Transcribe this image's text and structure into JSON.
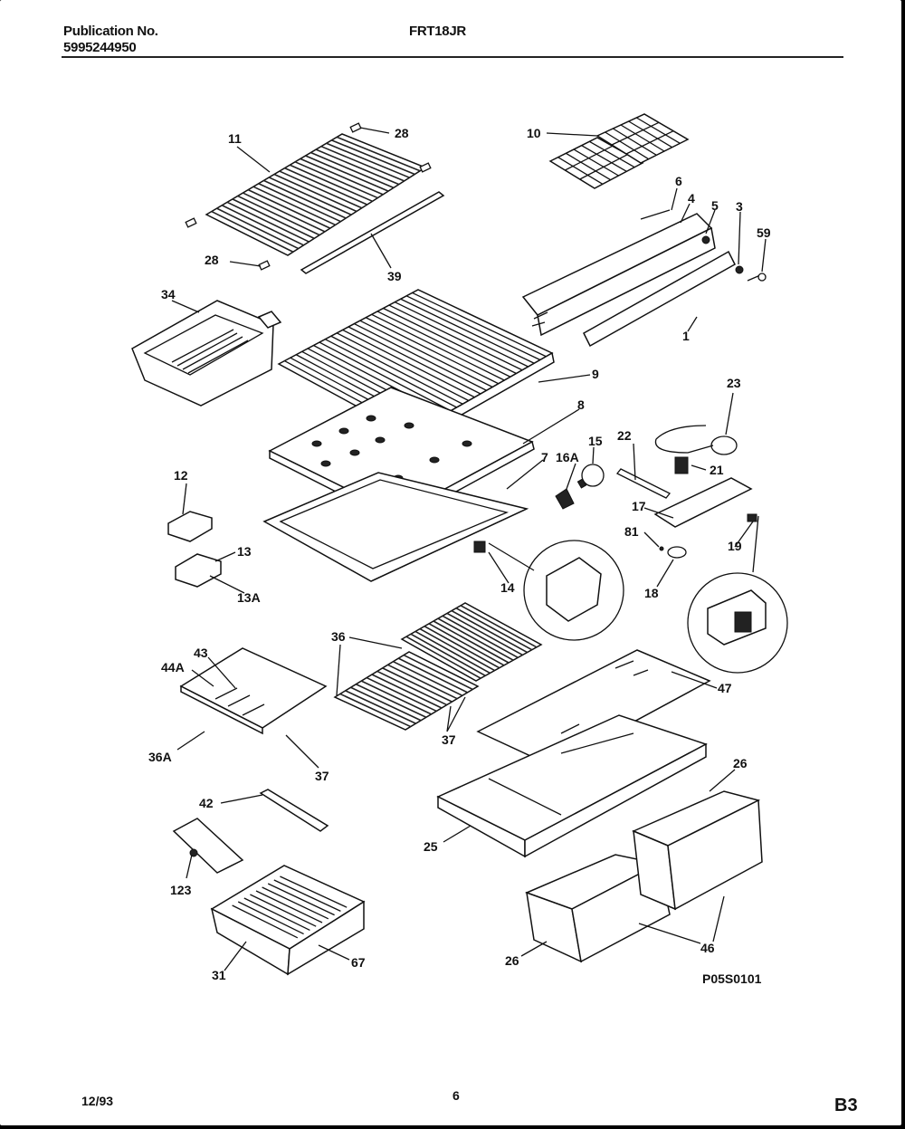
{
  "header": {
    "publication_label": "Publication No.",
    "publication_number": "5995244950",
    "model": "FRT18JR"
  },
  "diagram": {
    "figure_code": "P05S0101",
    "callouts": [
      "11",
      "28",
      "28",
      "39",
      "10",
      "6",
      "4",
      "5",
      "3",
      "59",
      "1",
      "34",
      "9",
      "8",
      "7",
      "16A",
      "15",
      "22",
      "23",
      "21",
      "17",
      "81",
      "19",
      "18",
      "12",
      "13",
      "13A",
      "14",
      "43",
      "44A",
      "36A",
      "37",
      "36",
      "37",
      "47",
      "26",
      "42",
      "123",
      "25",
      "31",
      "67",
      "26",
      "46"
    ]
  },
  "footer": {
    "date": "12/93",
    "page": "6",
    "section": "B3"
  }
}
